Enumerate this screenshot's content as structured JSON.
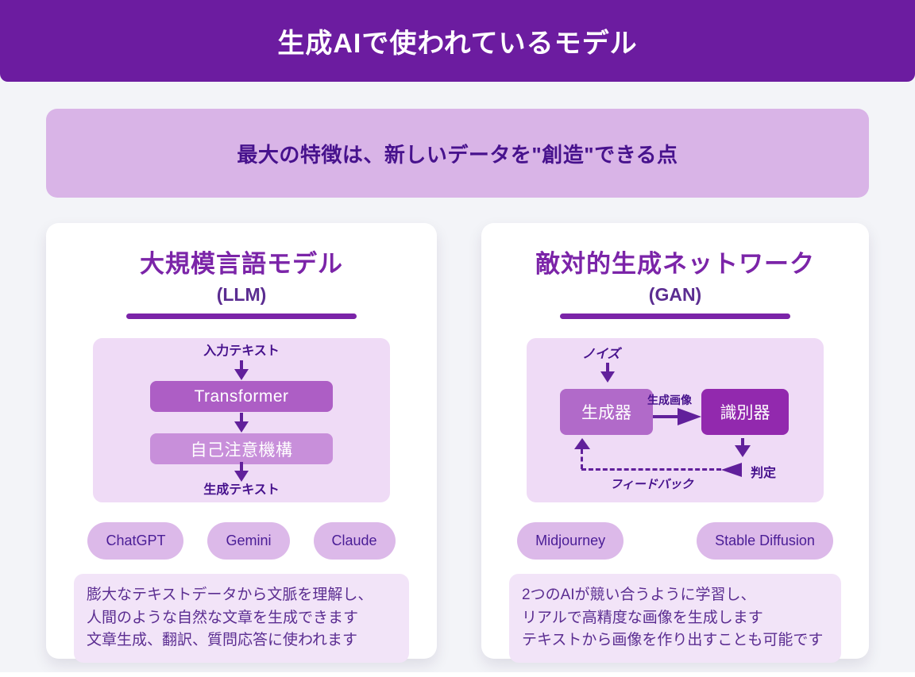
{
  "header": {
    "title": "生成AIで使われているモデル"
  },
  "banner": {
    "text": "最大の特徴は、新しいデータを\"創造\"できる点"
  },
  "cards": [
    {
      "title": "大規模言語モデル",
      "subtitle": "(LLM)",
      "flow": {
        "input_label": "入力テキスト",
        "box1": "Transformer",
        "box2": "自己注意機構",
        "output_label": "生成テキスト"
      },
      "pills": [
        "ChatGPT",
        "Gemini",
        "Claude"
      ],
      "description": [
        "膨大なテキストデータから文脈を理解し、",
        "人間のような自然な文章を生成できます",
        "文章生成、翻訳、質問応答に使われます"
      ]
    },
    {
      "title": "敵対的生成ネットワーク",
      "subtitle": "(GAN)",
      "gan": {
        "noise_label": "ノイズ",
        "generator": "生成器",
        "generated_image_label": "生成画像",
        "discriminator": "識別器",
        "judge_label": "判定",
        "feedback_label": "フィードバック"
      },
      "pills": [
        "Midjourney",
        "Stable Diffusion"
      ],
      "description": [
        "2つのAIが競い合うように学習し、",
        "リアルで高精度な画像を生成します",
        "テキストから画像を作り出すことも可能です"
      ]
    }
  ],
  "colors": {
    "header_background": "#6C1CA0",
    "card_title": "#7B24A8",
    "banner_background": "#D9B4E7",
    "panel_background": "#EFDBF6",
    "description_background": "#F2E4F8",
    "pill_background": "#DCB9E9",
    "transformer_box": "#AD5EC5",
    "self_attention_box": "#C88FDA",
    "generator_box": "#B16AC9",
    "discriminator_box": "#9229AE",
    "arrow": "#61209B",
    "page_background": "#F3F4F8"
  }
}
